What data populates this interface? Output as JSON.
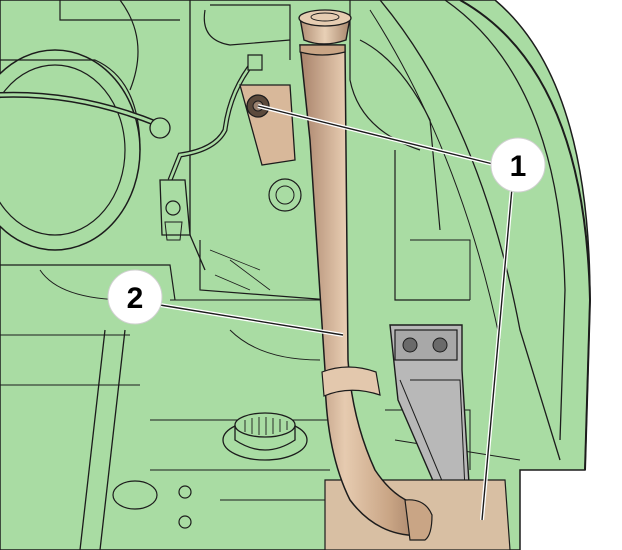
{
  "diagram": {
    "callouts": [
      {
        "id": "1",
        "label": "1"
      },
      {
        "id": "2",
        "label": "2"
      }
    ]
  },
  "colors": {
    "body_green": "#a9dca3",
    "line": "#1c1c1c",
    "pipe_bronze": "#c9a585",
    "pipe_highlight": "#e3c8ad",
    "bracket_grey": "#b8b8b8",
    "callout_fill": "#ffffff"
  }
}
